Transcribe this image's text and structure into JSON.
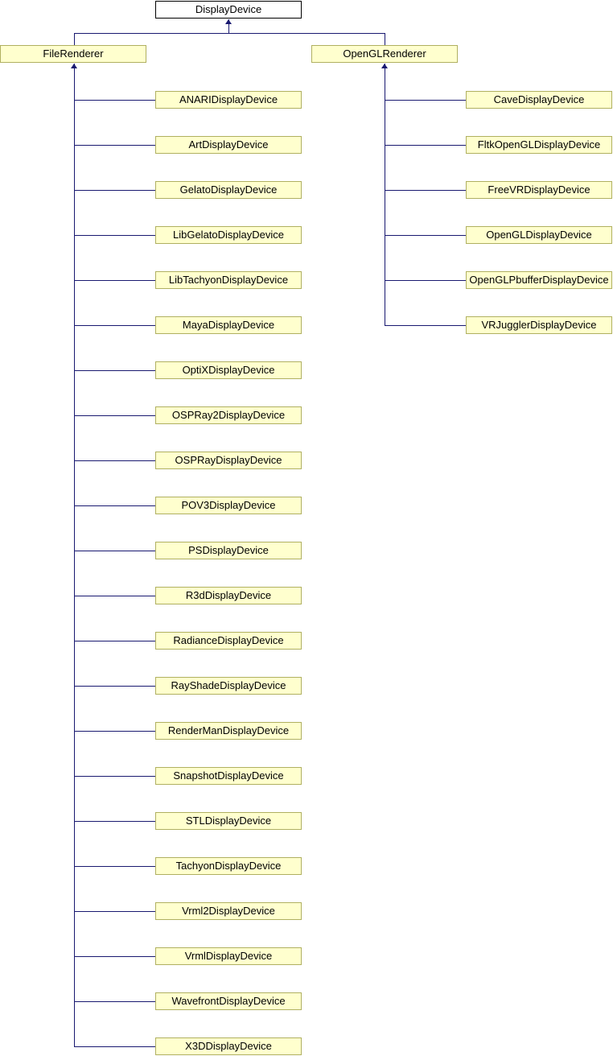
{
  "diagram": {
    "type": "class-inheritance-diagram",
    "root": {
      "label": "DisplayDevice"
    },
    "parents": [
      {
        "label": "FileRenderer",
        "children": [
          "ANARIDisplayDevice",
          "ArtDisplayDevice",
          "GelatoDisplayDevice",
          "LibGelatoDisplayDevice",
          "LibTachyonDisplayDevice",
          "MayaDisplayDevice",
          "OptiXDisplayDevice",
          "OSPRay2DisplayDevice",
          "OSPRayDisplayDevice",
          "POV3DisplayDevice",
          "PSDisplayDevice",
          "R3dDisplayDevice",
          "RadianceDisplayDevice",
          "RayShadeDisplayDevice",
          "RenderManDisplayDevice",
          "SnapshotDisplayDevice",
          "STLDisplayDevice",
          "TachyonDisplayDevice",
          "Vrml2DisplayDevice",
          "VrmlDisplayDevice",
          "WavefrontDisplayDevice",
          "X3DDisplayDevice"
        ]
      },
      {
        "label": "OpenGLRenderer",
        "children": [
          "CaveDisplayDevice",
          "FltkOpenGLDisplayDevice",
          "FreeVRDisplayDevice",
          "OpenGLDisplayDevice",
          "OpenGLPbufferDisplayDevice",
          "VRJugglerDisplayDevice"
        ]
      }
    ],
    "colors": {
      "edge": "#191970",
      "node_fill": "#ffffce",
      "node_border": "#b0b060",
      "root_fill": "#ffffff",
      "root_border": "#000000",
      "text": "#000000"
    }
  }
}
